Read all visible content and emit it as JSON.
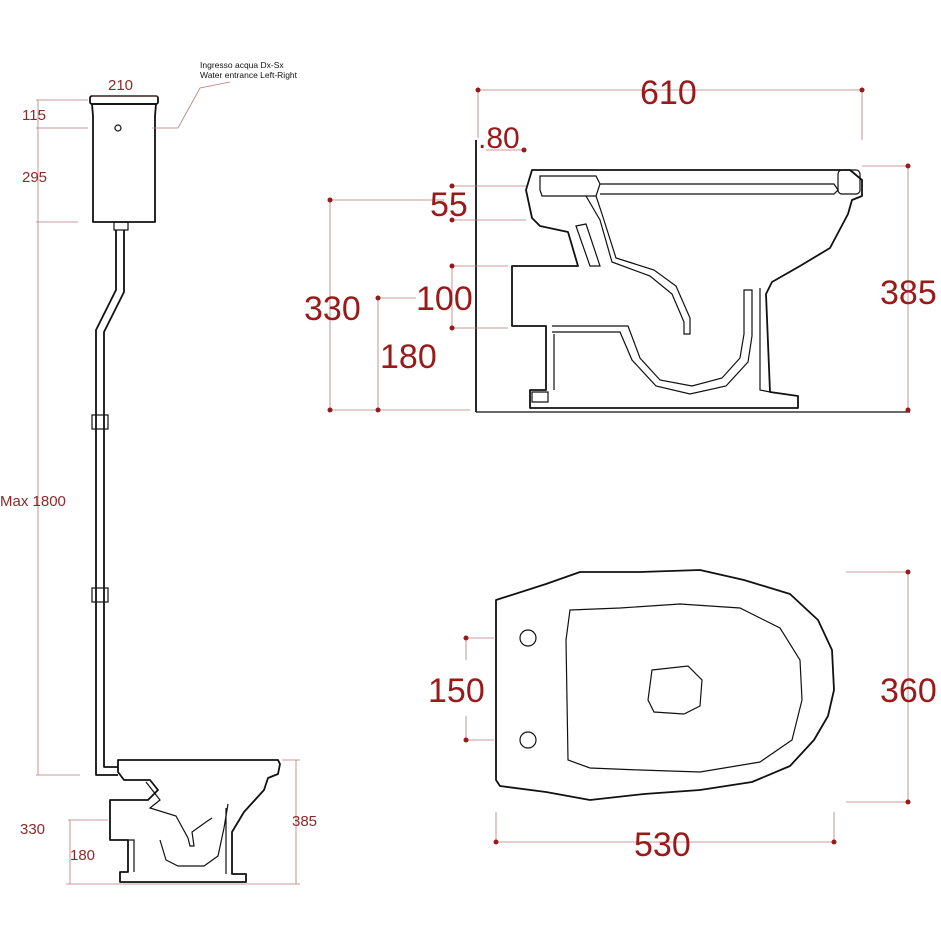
{
  "side_view": {
    "cistern_width": "210",
    "cistern_top_offset": "115",
    "cistern_height": "295",
    "max_height": "Max 1800",
    "bowl_height": "385",
    "outlet_height": "330",
    "outlet_center": "180",
    "note_it": "Ingresso acqua Dx-Sx",
    "note_en": "Water entrance Left-Right"
  },
  "detail_view": {
    "total_length": "610",
    "rear_offset": ".80",
    "inlet_55": "55",
    "outlet_height": "330",
    "outlet_diameter": "100",
    "outlet_center": "180",
    "total_height": "385"
  },
  "top_view": {
    "hole_spacing": "150",
    "width": "360",
    "length": "530"
  },
  "colors": {
    "dimension": "#9a1a1a",
    "outline": "#111111"
  }
}
